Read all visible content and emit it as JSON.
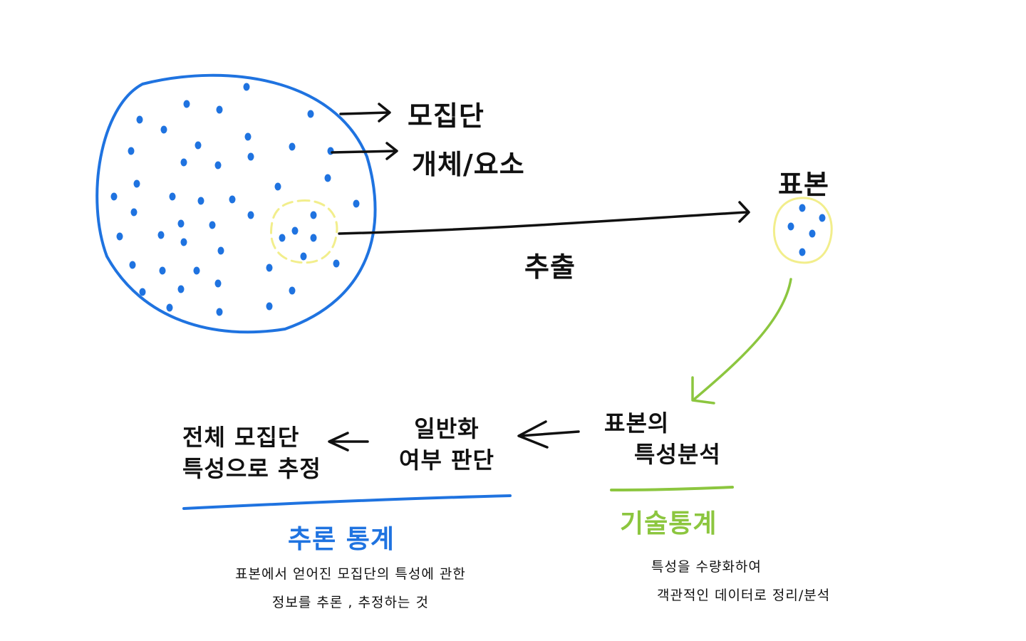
{
  "colors": {
    "ink": "#111111",
    "blue": "#1f73e0",
    "yellow": "#f2ee8c",
    "green": "#8cc63f",
    "dot": "#1f73e0"
  },
  "labels": {
    "population": "모집단",
    "element": "개체/요소",
    "sample": "표본",
    "extract": "추출",
    "sample_analysis_line1": "표본의",
    "sample_analysis_line2": "특성분석",
    "generalize_line1": "일반화",
    "generalize_line2": "여부 판단",
    "whole_population_line1": "전체 모집단",
    "whole_population_line2": "특성으로 추정",
    "inferential_title": "추론 통계",
    "inferential_desc_line1": "표본에서 얻어진 모집단의 특성에 관한",
    "inferential_desc_line2": "정보를 추론 , 추정하는 것",
    "descriptive_title": "기술통계",
    "descriptive_desc_line1": "특성을 수량화하여",
    "descriptive_desc_line2": "객관적인 데이터로 정리/분석"
  },
  "icons": {
    "arrow_population": "arrow-right-icon",
    "arrow_element": "arrow-right-icon",
    "arrow_extract": "arrow-right-icon",
    "arrow_sample_down": "arrow-down-left-icon",
    "arrow_to_generalize": "arrow-left-icon",
    "arrow_to_whole_pop": "arrow-left-icon"
  }
}
